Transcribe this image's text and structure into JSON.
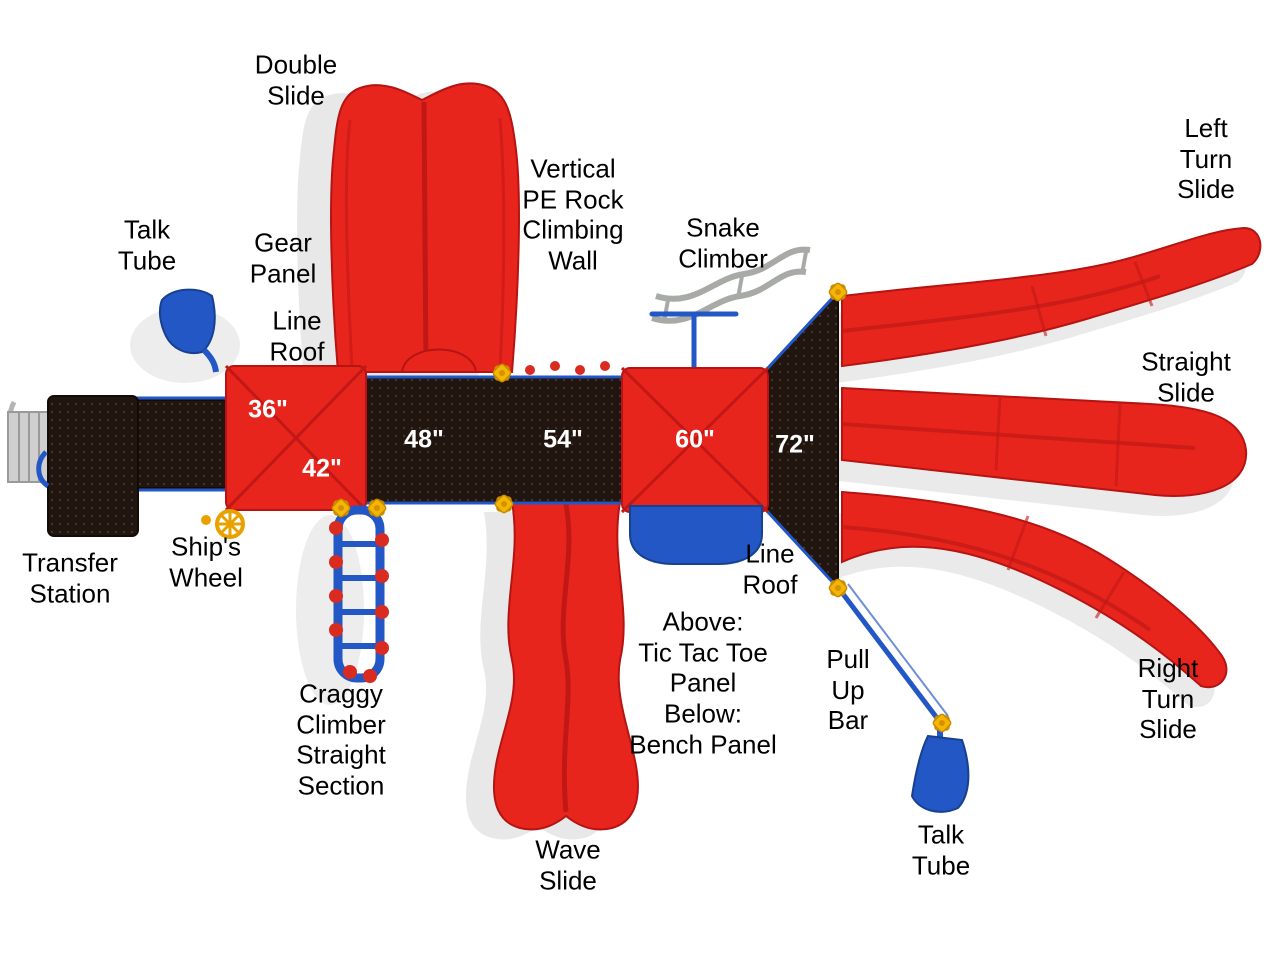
{
  "title": "Playground Structure Top View Diagram",
  "colors": {
    "slide_red": "#e8251d",
    "slide_red_dark": "#b51412",
    "deck_dark": "#211510",
    "accent_blue": "#2257c5",
    "connector_yellow": "#f2b705",
    "shadow_gray": "#d6d6d6",
    "label_black": "#000000",
    "measurement_white": "#ffffff"
  },
  "labels": {
    "double_slide": "Double\nSlide",
    "talk_tube_left": "Talk\nTube",
    "gear_panel": "Gear\nPanel",
    "line_roof_top": "Line\nRoof",
    "climbing_wall": "Vertical\nPE Rock\nClimbing\nWall",
    "snake_climber": "Snake\nClimber",
    "left_turn_slide": "Left Turn\nSlide",
    "straight_slide": "Straight Slide",
    "transfer_station": "Transfer\nStation",
    "ships_wheel": "Ship's\nWheel",
    "craggy_climber": "Craggy\nClimber\nStraight\nSection",
    "wave_slide": "Wave\nSlide",
    "panel_note": "Above:\nTic Tac Toe\nPanel\nBelow:\nBench Panel",
    "line_roof_bottom": "Line\nRoof",
    "pull_up_bar": "Pull\nUp\nBar",
    "talk_tube_right": "Talk\nTube",
    "right_turn_slide": "Right Turn\nSlide"
  },
  "measurements": {
    "deck_36": "36\"",
    "deck_42": "42\"",
    "deck_48": "48\"",
    "deck_54": "54\"",
    "deck_60": "60\"",
    "deck_72": "72\""
  }
}
